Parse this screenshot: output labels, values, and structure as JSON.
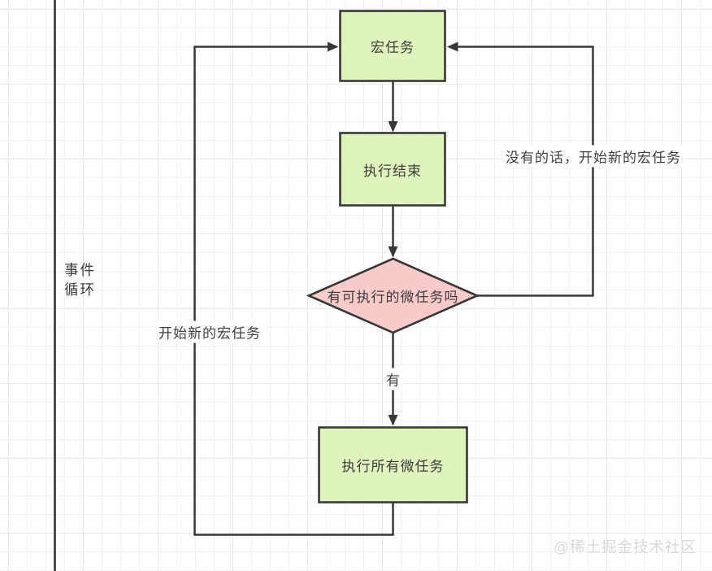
{
  "diagram": {
    "type": "flowchart",
    "nodes": {
      "macro_task": {
        "label": "宏任务",
        "shape": "rectangle",
        "fill": "#def4bc"
      },
      "execution_finished": {
        "label": "执行结束",
        "shape": "rectangle",
        "fill": "#def4bc"
      },
      "microtask_check": {
        "label": "有可执行的微任务吗",
        "shape": "diamond",
        "fill": "#f9caca"
      },
      "run_all_microtasks": {
        "label": "执行所有微任务",
        "shape": "rectangle",
        "fill": "#def4bc"
      }
    },
    "edges": {
      "yes_label": "有",
      "no_label": "没有的话，开始新的宏任务",
      "loop_label": "开始新的宏任务"
    },
    "side_label": "事件\n循环",
    "watermark": "@稀土掘金技术社区",
    "colors": {
      "node_green": "#def4bc",
      "node_pink": "#f9caca",
      "stroke": "#383838",
      "grid_minor": "#f2f2f4",
      "grid_major": "#e8e8ec",
      "watermark": "#d9d9d9",
      "text": "#3c3c3c"
    }
  }
}
